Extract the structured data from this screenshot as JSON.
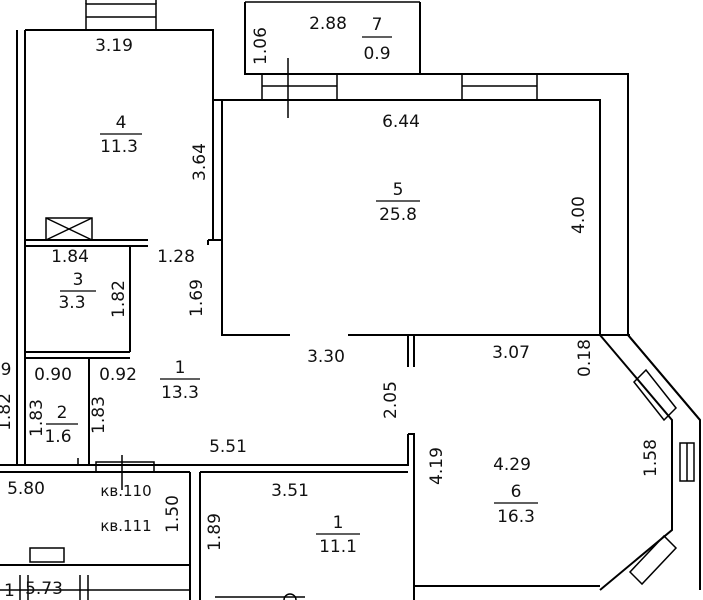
{
  "rooms": [
    {
      "id": "room-7",
      "number": "7",
      "area": "0.9"
    },
    {
      "id": "room-4",
      "number": "4",
      "area": "11.3"
    },
    {
      "id": "room-5",
      "number": "5",
      "area": "25.8"
    },
    {
      "id": "room-3",
      "number": "3",
      "area": "3.3"
    },
    {
      "id": "room-1",
      "number": "1",
      "area": "13.3"
    },
    {
      "id": "room-2",
      "number": "2",
      "area": "1.6"
    },
    {
      "id": "room-6",
      "number": "6",
      "area": "16.3"
    },
    {
      "id": "room-1b",
      "number": "1",
      "area": "11.1"
    }
  ],
  "dimensions": {
    "d_2_88": "2.88",
    "d_1_06": "1.06",
    "d_3_19": "3.19",
    "d_6_44": "6.44",
    "d_3_64": "3.64",
    "d_4_00": "4.00",
    "d_1_84": "1.84",
    "d_1_28": "1.28",
    "d_1_82": "1.82",
    "d_1_69": "1.69",
    "d_3_30": "3.30",
    "d_3_07": "3.07",
    "d_0_18": "0.18",
    "d_0_90": "0.90",
    "d_0_92": "0.92",
    "d_2_05": "2.05",
    "d_1_83a": "1.83",
    "d_1_83b": "1.83",
    "d_1_82b": "1.82",
    "d_1_58": "1.58",
    "d_5_51": "5.51",
    "d_4_19": "4.19",
    "d_4_29": "4.29",
    "d_5_80": "5.80",
    "d_3_51": "3.51",
    "d_1_50": "1.50",
    "d_1_89": "1.89",
    "d_5_73": "5.73",
    "d_9": "9",
    "d_1_frag": "1"
  },
  "apartments": {
    "kv110": "кв.110",
    "kv111": "кв.111"
  }
}
